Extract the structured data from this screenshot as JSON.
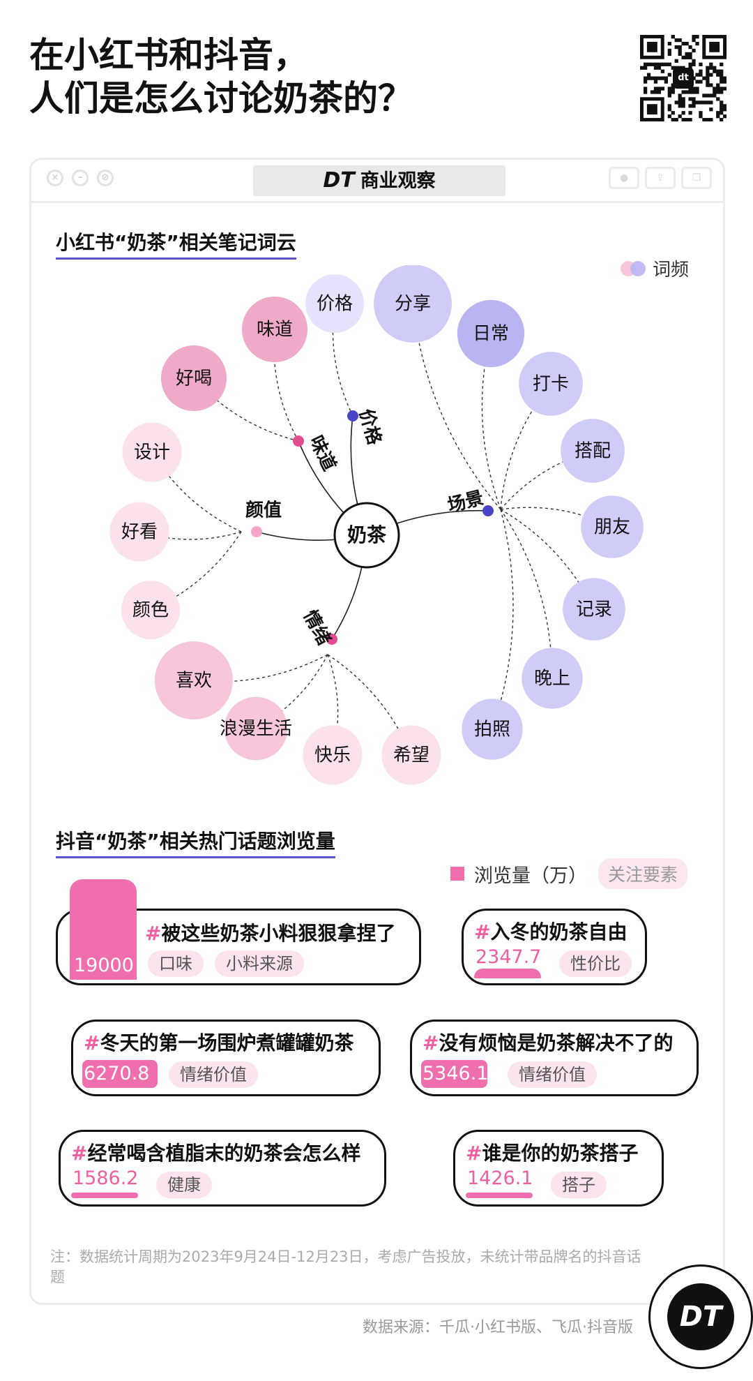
{
  "header": {
    "title_line1": "在小红书和抖音，",
    "title_line2": "人们是怎么讨论奶茶的？"
  },
  "qr": {
    "badge": "dt"
  },
  "window": {
    "brand_logo": "DT",
    "brand_text": "商业观察"
  },
  "colors": {
    "pink": "#ef6eae",
    "purple": "#a9a5ee",
    "accent_line": "#5b54c9"
  },
  "chart_data": [
    {
      "type": "mindmap",
      "title": "小红书“奶茶”相关笔记词云",
      "legend": "词频",
      "center": "奶茶",
      "branches": [
        {
          "name": "味道",
          "color": "pink",
          "words": [
            {
              "text": "味道",
              "weight": 0.68
            },
            {
              "text": "好喝",
              "weight": 0.68
            }
          ]
        },
        {
          "name": "价格",
          "color": "purple",
          "words": [
            {
              "text": "价格",
              "weight": 0.5
            }
          ]
        },
        {
          "name": "场景",
          "color": "purple",
          "words": [
            {
              "text": "分享",
              "weight": 1.0
            },
            {
              "text": "日常",
              "weight": 0.72
            },
            {
              "text": "打卡",
              "weight": 0.64
            },
            {
              "text": "搭配",
              "weight": 0.64
            },
            {
              "text": "朋友",
              "weight": 0.6
            },
            {
              "text": "记录",
              "weight": 0.6
            },
            {
              "text": "晚上",
              "weight": 0.56
            },
            {
              "text": "拍照",
              "weight": 0.56
            }
          ]
        },
        {
          "name": "颜值",
          "color": "pink",
          "words": [
            {
              "text": "设计",
              "weight": 0.52
            },
            {
              "text": "好看",
              "weight": 0.52
            },
            {
              "text": "颜色",
              "weight": 0.5
            }
          ]
        },
        {
          "name": "情绪",
          "color": "pink",
          "words": [
            {
              "text": "喜欢",
              "weight": 1.0
            },
            {
              "text": "浪漫生活",
              "weight": 0.62
            },
            {
              "text": "快乐",
              "weight": 0.52
            },
            {
              "text": "希望",
              "weight": 0.52
            }
          ]
        }
      ]
    },
    {
      "type": "bar",
      "title": "抖音“奶茶”相关热门话题浏览量",
      "legend": "浏览量（万）",
      "legend_tag": "关注要素",
      "topics": [
        {
          "topic": "被这些奶茶小料狠狠拿捏了",
          "value": 19000,
          "value_text": "19000",
          "tags": [
            "口味",
            "小料来源"
          ]
        },
        {
          "topic": "入冬的奶茶自由",
          "value": 2347.7,
          "value_text": "2347.7",
          "tags": [
            "性价比"
          ]
        },
        {
          "topic": "冬天的第一场围炉煮罐罐奶茶",
          "value": 6270.8,
          "value_text": "6270.8",
          "tags": [
            "情绪价值"
          ]
        },
        {
          "topic": "没有烦恼是奶茶解决不了的",
          "value": 5346.1,
          "value_text": "5346.1",
          "tags": [
            "情绪价值"
          ]
        },
        {
          "topic": "经常喝含植脂末的奶茶会怎么样",
          "value": 1586.2,
          "value_text": "1586.2",
          "tags": [
            "健康"
          ]
        },
        {
          "topic": "谁是你的奶茶搭子",
          "value": 1426.1,
          "value_text": "1426.1",
          "tags": [
            "搭子"
          ]
        }
      ]
    }
  ],
  "footer": {
    "note": "注：数据统计周期为2023年9月24日-12月23日，考虑广告投放，未统计带品牌名的抖音话题",
    "source": "数据来源：千瓜·小红书版、飞瓜·抖音版",
    "badge": "DT"
  }
}
